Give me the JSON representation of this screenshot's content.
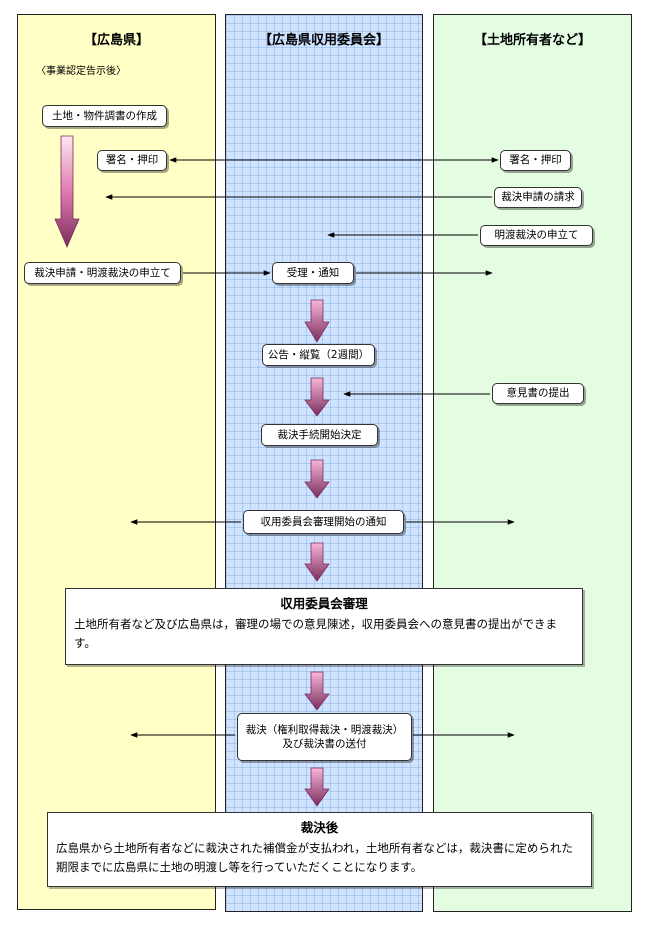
{
  "columns": {
    "prefecture": "【広島県】",
    "committee": "【広島県収用委員会】",
    "owners": "【土地所有者など】"
  },
  "note_after_approval": "〈事業認定告示後〉",
  "steps": {
    "survey": "土地・物件調書の作成",
    "sign_pref": "署名・押印",
    "sign_owner": "署名・押印",
    "request_ruling": "裁決申請の請求",
    "request_eviction": "明渡裁決の申立て",
    "apply": "裁決申請・明渡裁決の申立て",
    "receive_notify": "受理・通知",
    "public_notice": "公告・縦覧（2週間）",
    "submit_opinion": "意見書の提出",
    "start_decision": "裁決手続開始決定",
    "review_start_notice": "収用委員会審理開始の通知",
    "ruling_line1": "裁決（権利取得裁決・明渡裁決）",
    "ruling_line2": "及び裁決書の送付"
  },
  "review": {
    "title": "収用委員会審理",
    "text": "土地所有者など及び広島県は，審理の場での意見陳述，収用委員会への意見書の提出ができます。"
  },
  "after": {
    "title": "裁決後",
    "text": "広島県から土地所有者などに裁決された補償金が支払われ，土地所有者などは，裁決書に定められた期限までに広島県に土地の明渡し等を行っていただくことになります。"
  },
  "colors": {
    "prefecture_bg": "#ffffc6",
    "committee_bg": "#cfe3ff",
    "owners_bg": "#e4fde2",
    "arrow_light": "#f7b6d8",
    "arrow_dark": "#7a2d5c"
  }
}
